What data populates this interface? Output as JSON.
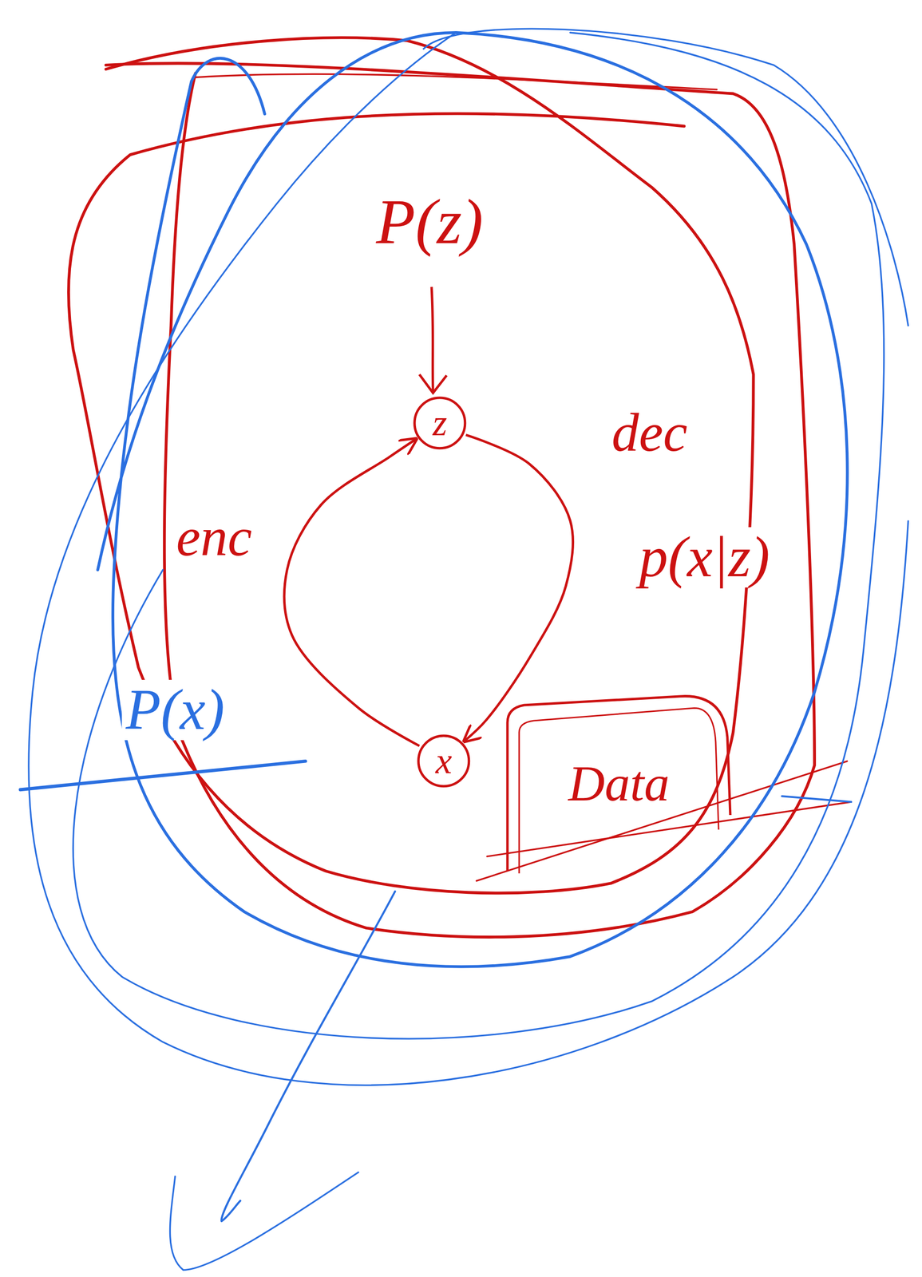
{
  "diagram": {
    "nodes": [
      {
        "text": [
          "z"
        ]
      },
      {
        "text": [
          "x"
        ]
      },
      {
        "text": [
          "Data"
        ]
      }
    ],
    "edges": [
      {
        "from": 1,
        "to": 0,
        "arrow": "to",
        "label": "enc"
      },
      {
        "from": 0,
        "to": 1,
        "arrow": "to",
        "label": "dec"
      }
    ],
    "labels": [
      "P(z)",
      "p(x|z)",
      "P(x)"
    ]
  }
}
